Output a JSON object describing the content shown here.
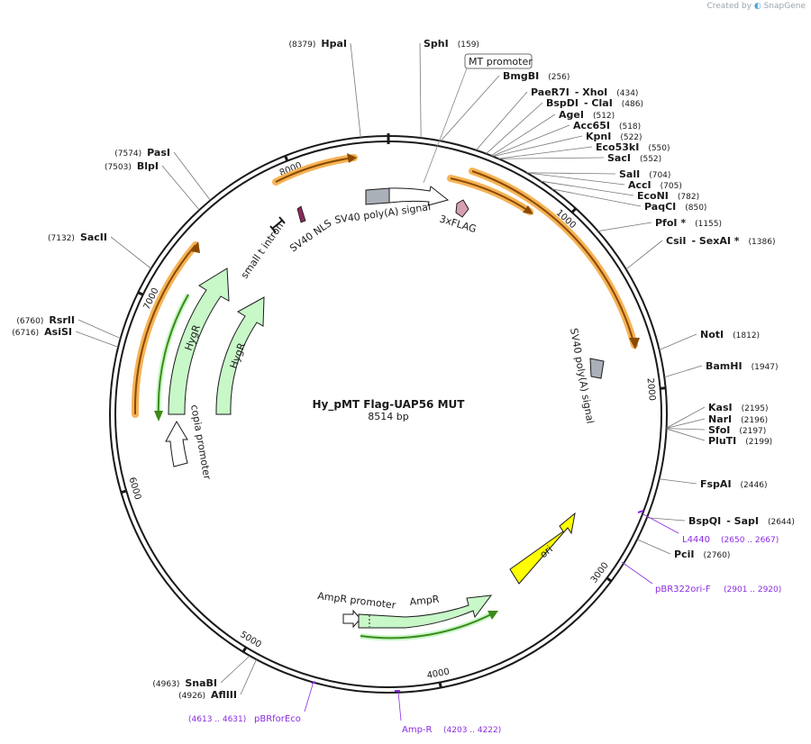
{
  "credit": {
    "prefix": "Created by",
    "brand": "SnapGene"
  },
  "plasmid": {
    "name": "Hy_pMT Flag-UAP56 MUT",
    "length_label": "8514 bp",
    "length": 8514
  },
  "colors": {
    "outline": "#1a1a1a",
    "orange_arrow": "#f5b255",
    "orange_core": "#8a4a00",
    "green_arrow": "#c8f7c8",
    "green_core": "#3d8a1a",
    "yellow": "#ffff00",
    "gray_feature": "#aab0b8",
    "primer": "#8a2be2"
  },
  "ticks": [
    {
      "pos": 1000,
      "label": "1000"
    },
    {
      "pos": 2000,
      "label": "2000"
    },
    {
      "pos": 3000,
      "label": "3000"
    },
    {
      "pos": 4000,
      "label": "4000"
    },
    {
      "pos": 5000,
      "label": "5000"
    },
    {
      "pos": 6000,
      "label": "6000"
    },
    {
      "pos": 7000,
      "label": "7000"
    },
    {
      "pos": 8000,
      "label": "8000"
    }
  ],
  "enzymes": [
    {
      "name": "HpaI",
      "pos": 8379,
      "pos_label": "(8379)",
      "side": "left"
    },
    {
      "name": "SphI",
      "pos": 159,
      "pos_label": "(159)",
      "side": "right"
    },
    {
      "name": "BmgBI",
      "pos": 256,
      "pos_label": "(256)",
      "side": "right"
    },
    {
      "name": "PaeR7I",
      "extra": "XhoI",
      "pos": 434,
      "pos_label": "(434)",
      "side": "right"
    },
    {
      "name": "BspDI",
      "extra": "ClaI",
      "pos": 486,
      "pos_label": "(486)",
      "side": "right"
    },
    {
      "name": "AgeI",
      "pos": 512,
      "pos_label": "(512)",
      "side": "right"
    },
    {
      "name": "Acc65I",
      "pos": 518,
      "pos_label": "(518)",
      "side": "right"
    },
    {
      "name": "KpnI",
      "pos": 522,
      "pos_label": "(522)",
      "side": "right"
    },
    {
      "name": "Eco53kI",
      "pos": 550,
      "pos_label": "(550)",
      "side": "right"
    },
    {
      "name": "SacI",
      "pos": 552,
      "pos_label": "(552)",
      "side": "right"
    },
    {
      "name": "SalI",
      "pos": 704,
      "pos_label": "(704)",
      "side": "right"
    },
    {
      "name": "AccI",
      "pos": 705,
      "pos_label": "(705)",
      "side": "right"
    },
    {
      "name": "EcoNI",
      "pos": 782,
      "pos_label": "(782)",
      "side": "right"
    },
    {
      "name": "PaqCI",
      "pos": 850,
      "pos_label": "(850)",
      "side": "right"
    },
    {
      "name": "PfoI *",
      "pos": 1155,
      "pos_label": "(1155)",
      "side": "right"
    },
    {
      "name": "CsiI",
      "extra": "SexAI *",
      "pos": 1386,
      "pos_label": "(1386)",
      "side": "right"
    },
    {
      "name": "NotI",
      "pos": 1812,
      "pos_label": "(1812)",
      "side": "right"
    },
    {
      "name": "BamHI",
      "pos": 1947,
      "pos_label": "(1947)",
      "side": "right"
    },
    {
      "name": "KasI",
      "pos": 2195,
      "pos_label": "(2195)",
      "side": "right"
    },
    {
      "name": "NarI",
      "pos": 2196,
      "pos_label": "(2196)",
      "side": "right"
    },
    {
      "name": "SfoI",
      "pos": 2197,
      "pos_label": "(2197)",
      "side": "right"
    },
    {
      "name": "PluTI",
      "pos": 2199,
      "pos_label": "(2199)",
      "side": "right"
    },
    {
      "name": "FspAI",
      "pos": 2446,
      "pos_label": "(2446)",
      "side": "right"
    },
    {
      "name": "BspQI",
      "extra": "SapI",
      "pos": 2644,
      "pos_label": "(2644)",
      "side": "right"
    },
    {
      "name": "PciI",
      "pos": 2760,
      "pos_label": "(2760)",
      "side": "right"
    },
    {
      "name": "SnaBI",
      "pos": 4963,
      "pos_label": "(4963)",
      "side": "left"
    },
    {
      "name": "AflIII",
      "pos": 4926,
      "pos_label": "(4926)",
      "side": "left"
    },
    {
      "name": "AsiSI",
      "pos": 6716,
      "pos_label": "(6716)",
      "side": "left"
    },
    {
      "name": "RsrII",
      "pos": 6760,
      "pos_label": "(6760)",
      "side": "left"
    },
    {
      "name": "SacII",
      "pos": 7132,
      "pos_label": "(7132)",
      "side": "left"
    },
    {
      "name": "BlpI",
      "pos": 7503,
      "pos_label": "(7503)",
      "side": "left"
    },
    {
      "name": "PasI",
      "pos": 7574,
      "pos_label": "(7574)",
      "side": "left"
    }
  ],
  "primers": [
    {
      "name": "L4440",
      "range": "(2650 .. 2667)"
    },
    {
      "name": "pBR322ori-F",
      "range": "(2901 .. 2920)"
    },
    {
      "name": "Amp-R",
      "range": "(4203 .. 4222)"
    },
    {
      "name": "pBRforEco",
      "range": "(4613 .. 4631)"
    }
  ],
  "features": {
    "mt_promoter": "MT promoter",
    "flag": "3xFLAG",
    "sv40_polya_inner": "SV40 poly(A) signal",
    "sv40_polya_right": "SV40 poly(A) signal",
    "sv40_nls": "SV40 NLS",
    "small_t_intron": "small t intron",
    "hygr_outer": "HygR",
    "hygr_inner": "HygR",
    "copia_promoter": "copia promoter",
    "ampr_promoter": "AmpR promoter",
    "ampr": "AmpR",
    "ori": "ori"
  }
}
